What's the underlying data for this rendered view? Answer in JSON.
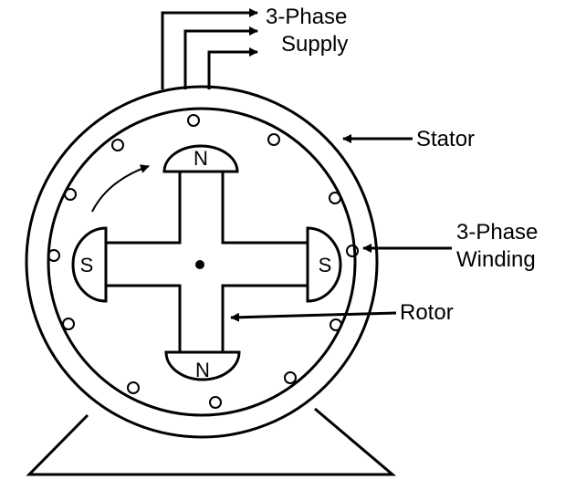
{
  "labels": {
    "supply_line1": "3-Phase",
    "supply_line2": "Supply",
    "stator": "Stator",
    "winding_line1": "3-Phase",
    "winding_line2": "Winding",
    "rotor": "Rotor"
  },
  "poles": {
    "top": "N",
    "bottom": "N",
    "left": "S",
    "right": "S"
  }
}
